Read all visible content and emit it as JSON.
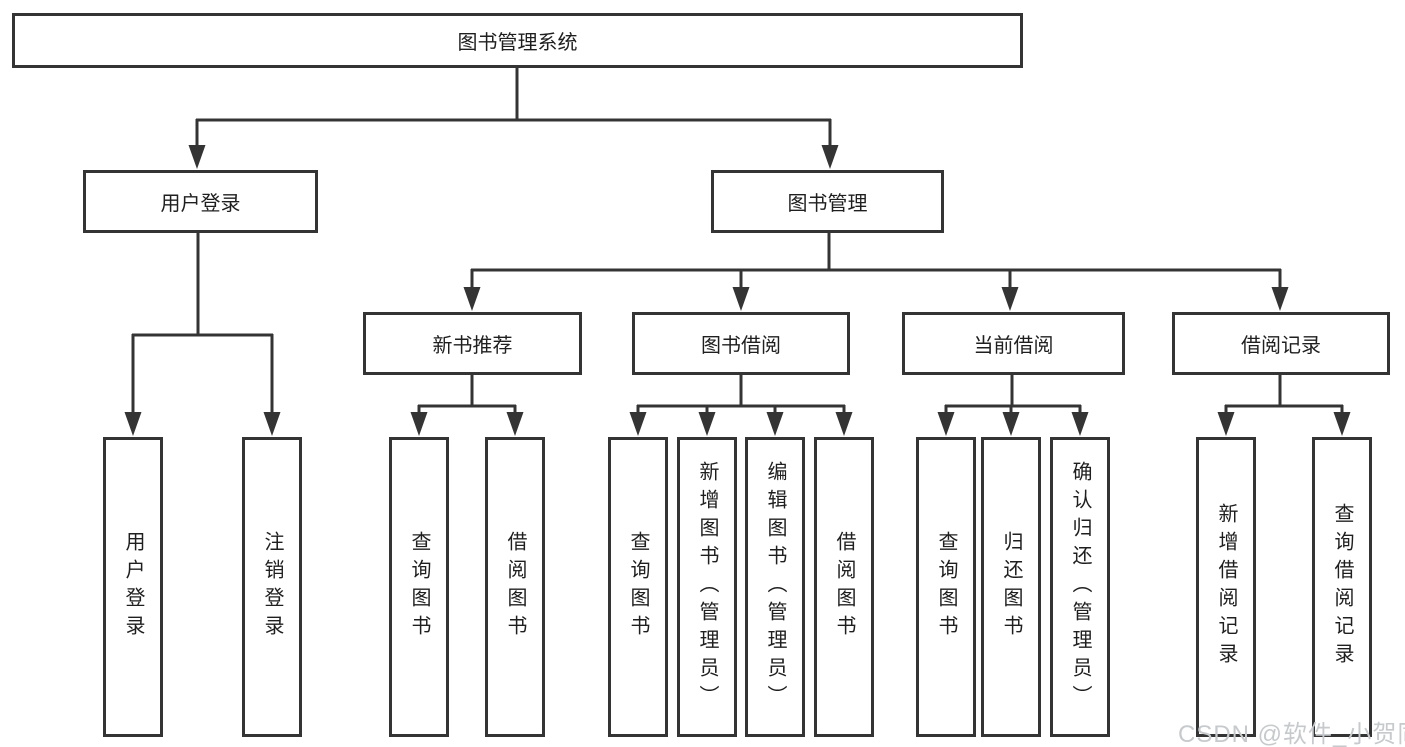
{
  "diagram": {
    "root": {
      "label": "图书管理系统"
    },
    "branches": [
      {
        "label": "用户登录",
        "children": [
          {
            "label": "用户登录"
          },
          {
            "label": "注销登录"
          }
        ]
      },
      {
        "label": "图书管理",
        "children": [
          {
            "label": "新书推荐",
            "children": [
              {
                "label": "查询图书"
              },
              {
                "label": "借阅图书"
              }
            ]
          },
          {
            "label": "图书借阅",
            "children": [
              {
                "label": "查询图书"
              },
              {
                "label": "新增图书（管理员）"
              },
              {
                "label": "编辑图书（管理员）"
              },
              {
                "label": "借阅图书"
              }
            ]
          },
          {
            "label": "当前借阅",
            "children": [
              {
                "label": "查询图书"
              },
              {
                "label": "归还图书"
              },
              {
                "label": "确认归还（管理员）"
              }
            ]
          },
          {
            "label": "借阅记录",
            "children": [
              {
                "label": "新增借阅记录"
              },
              {
                "label": "查询借阅记录"
              }
            ]
          }
        ]
      }
    ]
  },
  "watermark": {
    "text": "CSDN @软件_小贺同学"
  },
  "colors": {
    "line": "#343434",
    "box_border": "#343434",
    "text": "#1f1f1f",
    "background": "#ffffff",
    "watermark": "#c6cacd"
  }
}
